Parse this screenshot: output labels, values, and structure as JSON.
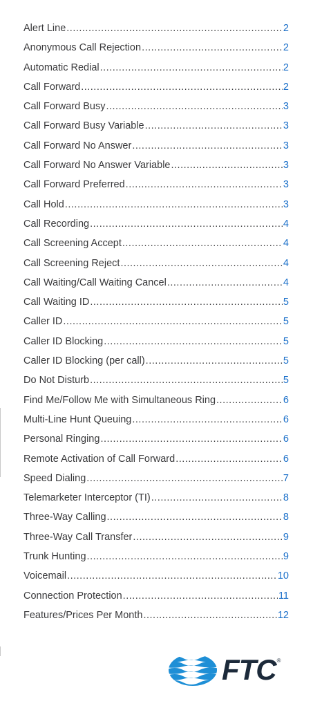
{
  "toc": [
    {
      "title": "Alert Line",
      "page": "2"
    },
    {
      "title": "Anonymous Call Rejection",
      "page": "2"
    },
    {
      "title": "Automatic Redial",
      "page": "2"
    },
    {
      "title": "Call Forward",
      "page": "2"
    },
    {
      "title": "Call Forward Busy",
      "page": "3"
    },
    {
      "title": "Call Forward Busy Variable",
      "page": "3"
    },
    {
      "title": "Call Forward No Answer",
      "page": "3"
    },
    {
      "title": "Call Forward No Answer Variable",
      "page": "3"
    },
    {
      "title": "Call Forward Preferred",
      "page": "3"
    },
    {
      "title": "Call Hold",
      "page": "3"
    },
    {
      "title": "Call Recording",
      "page": "4"
    },
    {
      "title": "Call Screening Accept",
      "page": "4"
    },
    {
      "title": "Call Screening Reject",
      "page": "4"
    },
    {
      "title": "Call Waiting/Call Waiting Cancel",
      "page": "4"
    },
    {
      "title": "Call Waiting ID",
      "page": "5"
    },
    {
      "title": "Caller ID",
      "page": "5"
    },
    {
      "title": "Caller ID Blocking",
      "page": "5"
    },
    {
      "title": "Caller ID Blocking (per call)",
      "page": "5"
    },
    {
      "title": "Do Not Disturb",
      "page": "5"
    },
    {
      "title": "Find Me/Follow Me with Simultaneous Ring",
      "page": "6"
    },
    {
      "title": "Multi-Line Hunt Queuing",
      "page": "6"
    },
    {
      "title": "Personal Ringing",
      "page": "6"
    },
    {
      "title": "Remote Activation of Call Forward",
      "page": "6"
    },
    {
      "title": "Speed Dialing",
      "page": "7"
    },
    {
      "title": "Telemarketer Interceptor (TI)",
      "page": "8"
    },
    {
      "title": "Three-Way Calling",
      "page": "8"
    },
    {
      "title": "Three-Way Call Transfer",
      "page": "9"
    },
    {
      "title": "Trunk Hunting",
      "page": "9"
    },
    {
      "title": "Voicemail",
      "page": "10"
    },
    {
      "title": "Connection Protection",
      "page": "11"
    },
    {
      "title": "Features/Prices Per Month",
      "page": "12"
    }
  ],
  "logo": {
    "text": "FTC",
    "registered_mark": "®",
    "icon": "globe-waves-icon"
  },
  "colors": {
    "text": "#3a3a3c",
    "page_number": "#1a6fc9",
    "logo_blue": "#1e8fd6",
    "logo_dark": "#1c2a3a"
  }
}
